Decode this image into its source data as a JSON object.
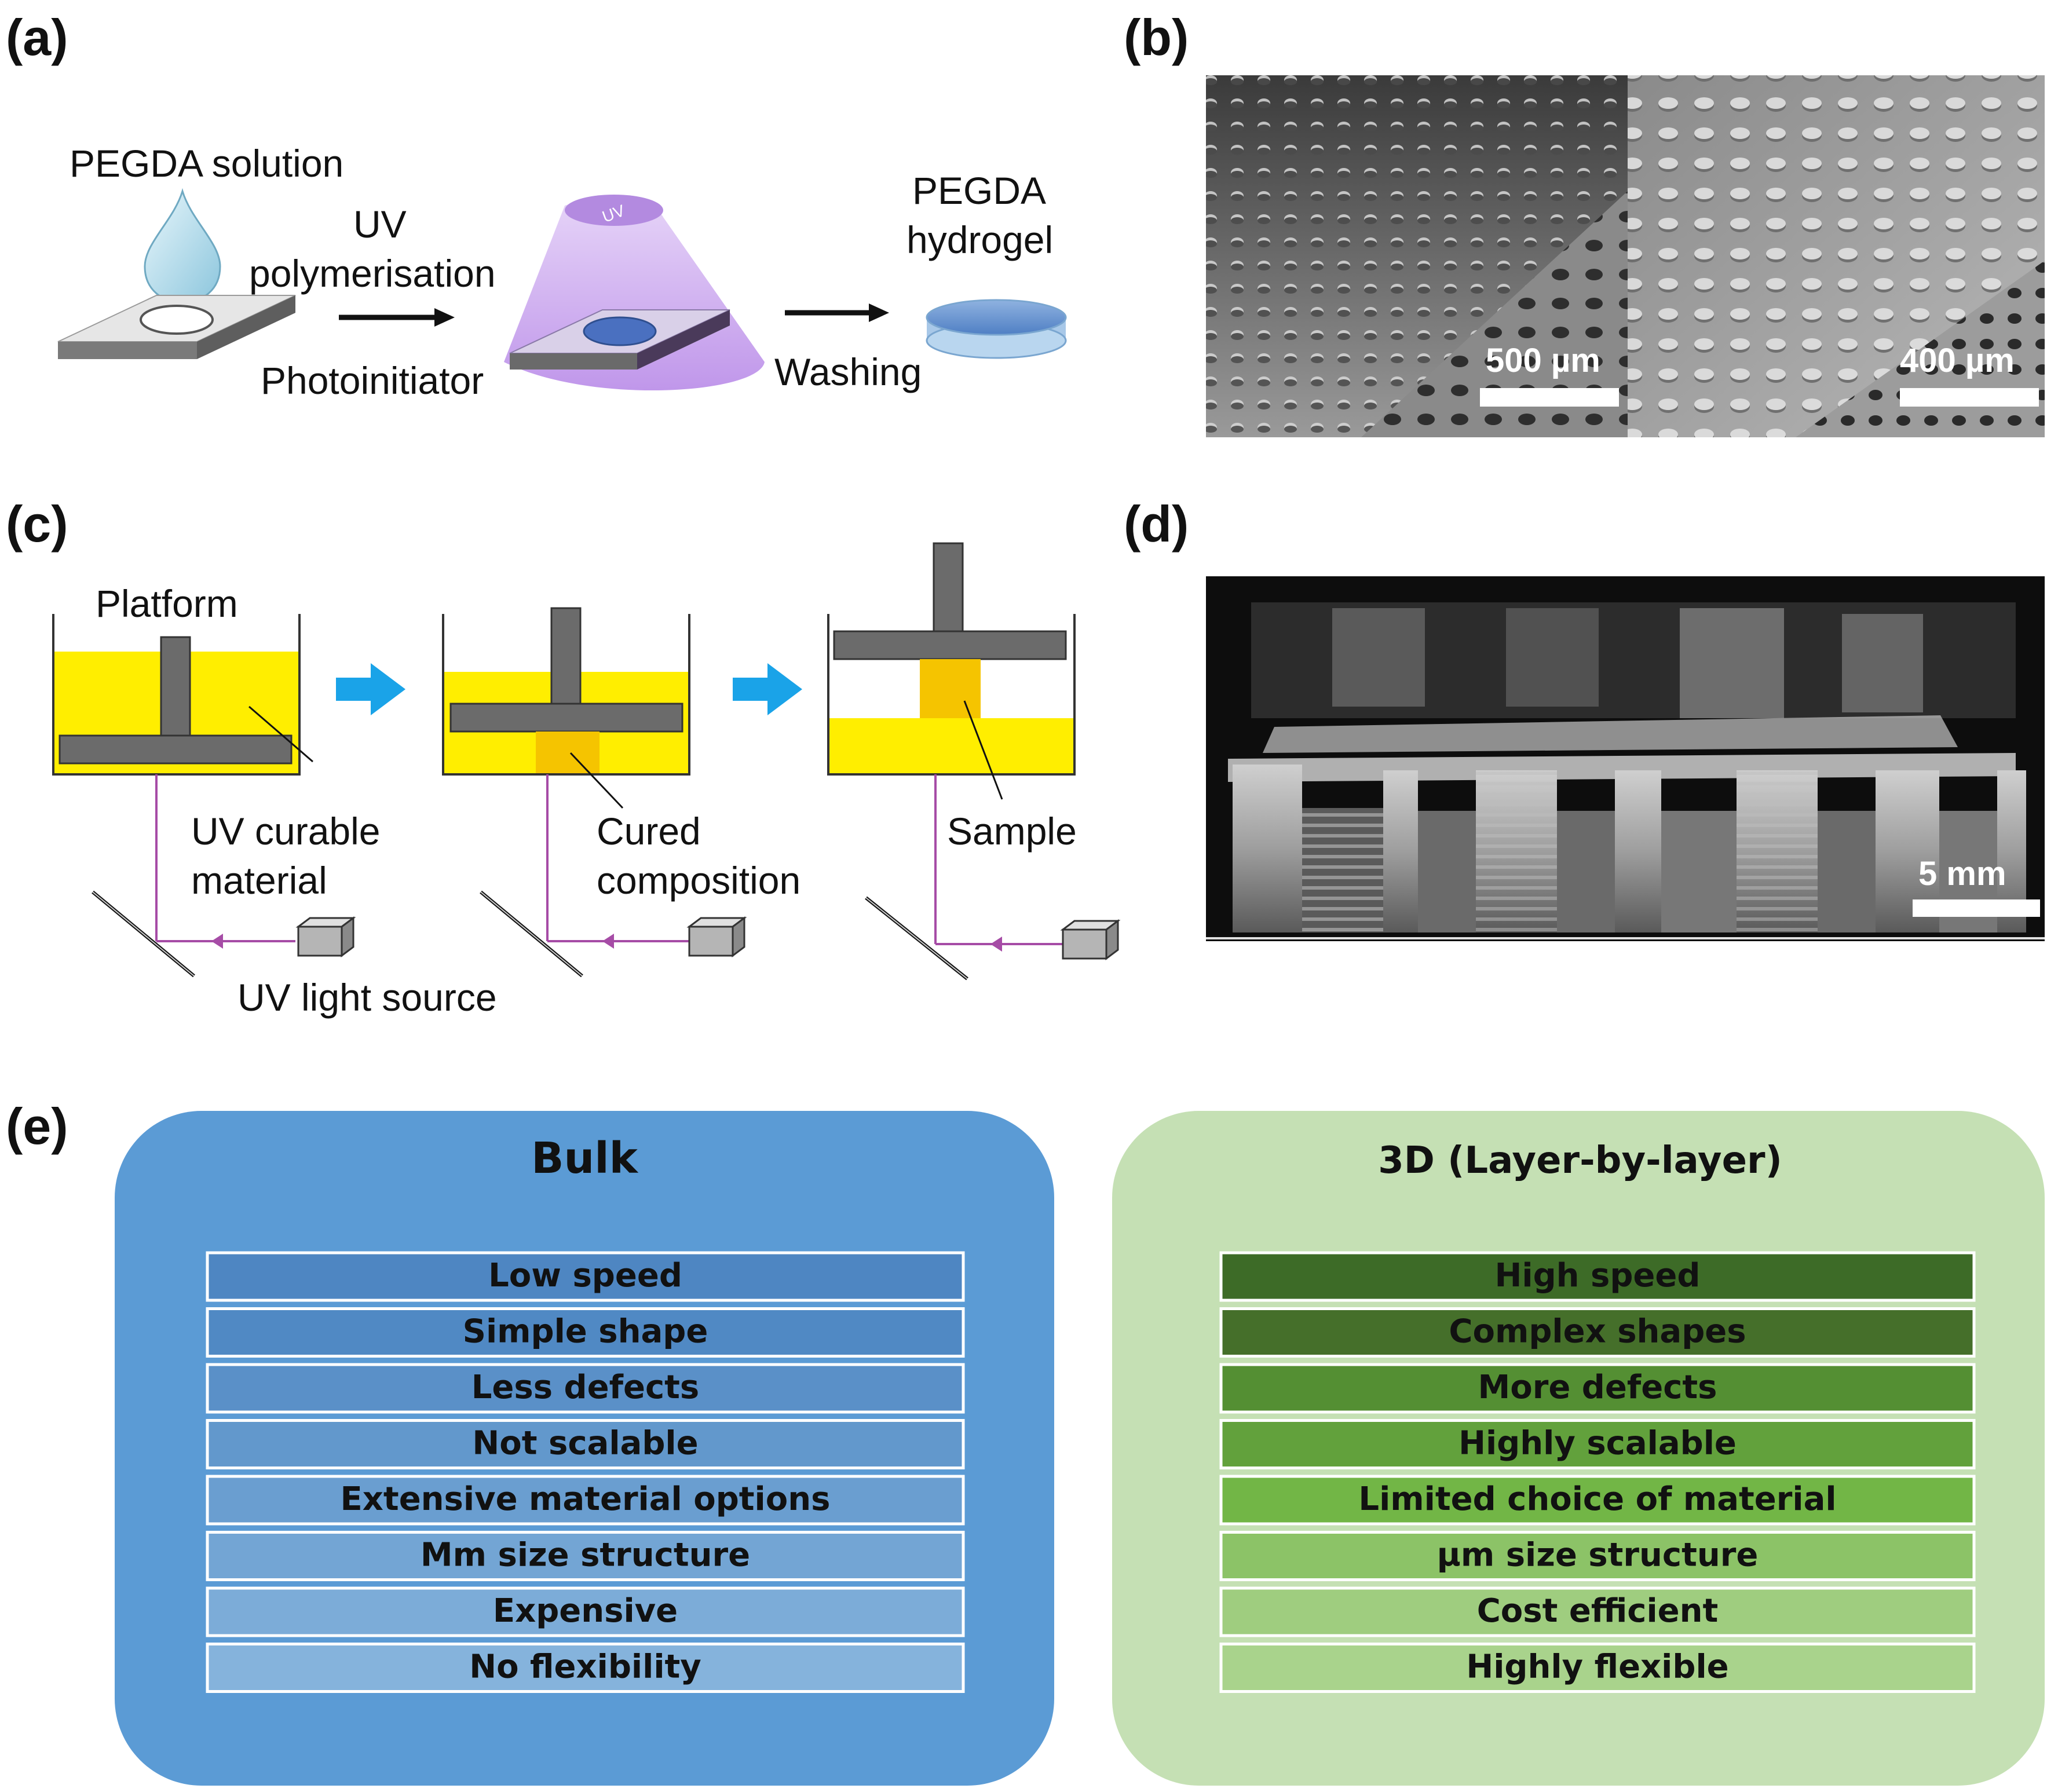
{
  "panels": {
    "a": {
      "letter": "(a)",
      "solution_label": "PEGDA solution",
      "uv_line1": "UV",
      "uv_line2": "polymerisation",
      "photoinitiator": "Photoinitiator",
      "cone_text": "UV",
      "washing": "Washing",
      "hydrogel_line1": "PEGDA",
      "hydrogel_line2": "hydrogel"
    },
    "b": {
      "letter": "(b)",
      "scale_left": "500 µm",
      "scale_right": "400 µm"
    },
    "c": {
      "letter": "(c)",
      "platform": "Platform",
      "uv_curable_line1": "UV curable",
      "uv_curable_line2": "material",
      "cured_line1": "Cured",
      "cured_line2": "composition",
      "sample": "Sample",
      "uv_light_source": "UV light source"
    },
    "d": {
      "letter": "(d)",
      "scale": "5 mm"
    },
    "e": {
      "letter": "(e)",
      "bulk": {
        "title": "Bulk",
        "items": [
          "Low speed",
          "Simple shape",
          "Less defects",
          "Not scalable",
          "Extensive material options",
          "Mm size structure",
          "Expensive",
          "No flexibility"
        ]
      },
      "layer": {
        "title": "3D (Layer-by-layer)",
        "items": [
          "High speed",
          "Complex shapes",
          "More defects",
          "Highly scalable",
          "Limited choice of material",
          "µm size structure",
          "Cost efficient",
          "Highly flexible"
        ]
      }
    }
  },
  "colors": {
    "bulk_box": "#5b9bd5",
    "layer_box": "#c5e0b4",
    "yellow_resin": "#ffee00",
    "platform_gray": "#6b6b6b",
    "blue_arrow": "#1aa3e8",
    "uv_cone": "#c9a6f0",
    "laser_line": "#a64ca6"
  }
}
